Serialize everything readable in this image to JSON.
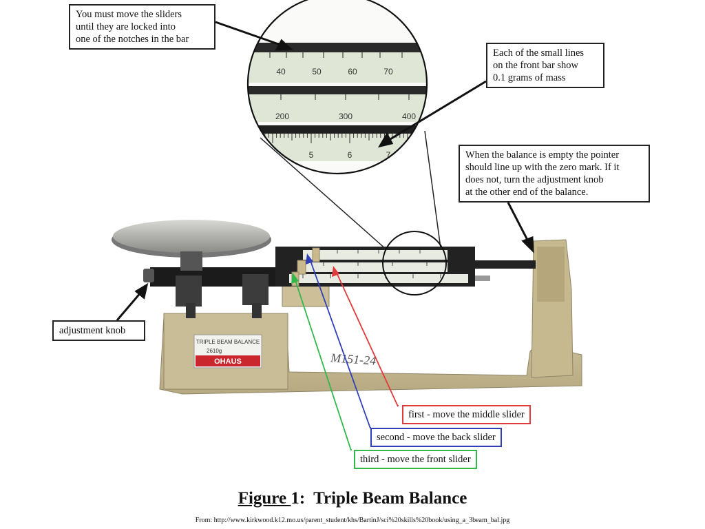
{
  "callouts": {
    "sliders": "You must move the sliders\nuntil they are locked into\none of the notches in the bar",
    "small_lines": "Each of the small lines\non the front bar show\n0.1 grams of mass",
    "pointer": "When the balance is empty the pointer\nshould line up with the zero mark.  If it\ndoes not, turn the adjustment knob\nat the other end of the balance.",
    "adjustment_knob": "adjustment knob"
  },
  "steps": {
    "first": "first - move the middle slider",
    "second": "second - move the back slider",
    "third": "third - move the front slider"
  },
  "colors": {
    "first": "#e23a3a",
    "second": "#2f3fb8",
    "third": "#32b84a"
  },
  "zoom": {
    "top_beam_ticks": [
      "40",
      "50",
      "60",
      "70"
    ],
    "middle_beam_ticks": [
      "200",
      "300",
      "400"
    ],
    "front_beam_ticks": [
      "5",
      "6",
      "7"
    ]
  },
  "balance_labels": {
    "plate_title": "TRIPLE BEAM BALANCE",
    "plate_capacity": "2610g",
    "brand": "OHAUS",
    "handwritten_id": "M151-24"
  },
  "caption": {
    "word": "Figure ",
    "number": "1",
    "rest": ":  Triple Beam Balance"
  },
  "source": "From:  http://www.kirkwood.k12.mo.us/parent_student/khs/BartinJ/sci%20skills%20book/using_a_3beam_bal.jpg"
}
